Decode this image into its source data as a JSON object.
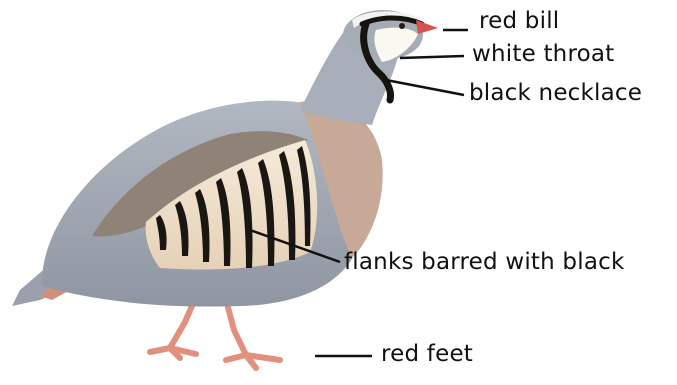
{
  "labels": {
    "bill": "red bill",
    "throat": "white throat",
    "necklace": "black necklace",
    "flanks": "flanks barred with black",
    "feet": "red feet"
  },
  "colors": {
    "background": "#ffffff",
    "text": "#111111",
    "leader": "#111111",
    "bill": "#d9534a",
    "feet": "#e0907c",
    "body_grey": "#a3a9b4",
    "breast": "#c7a997",
    "flank_base": "#f1e3cf",
    "bars": "#1a1612",
    "necklace": "#17130f",
    "throat": "#fbf8f1"
  }
}
